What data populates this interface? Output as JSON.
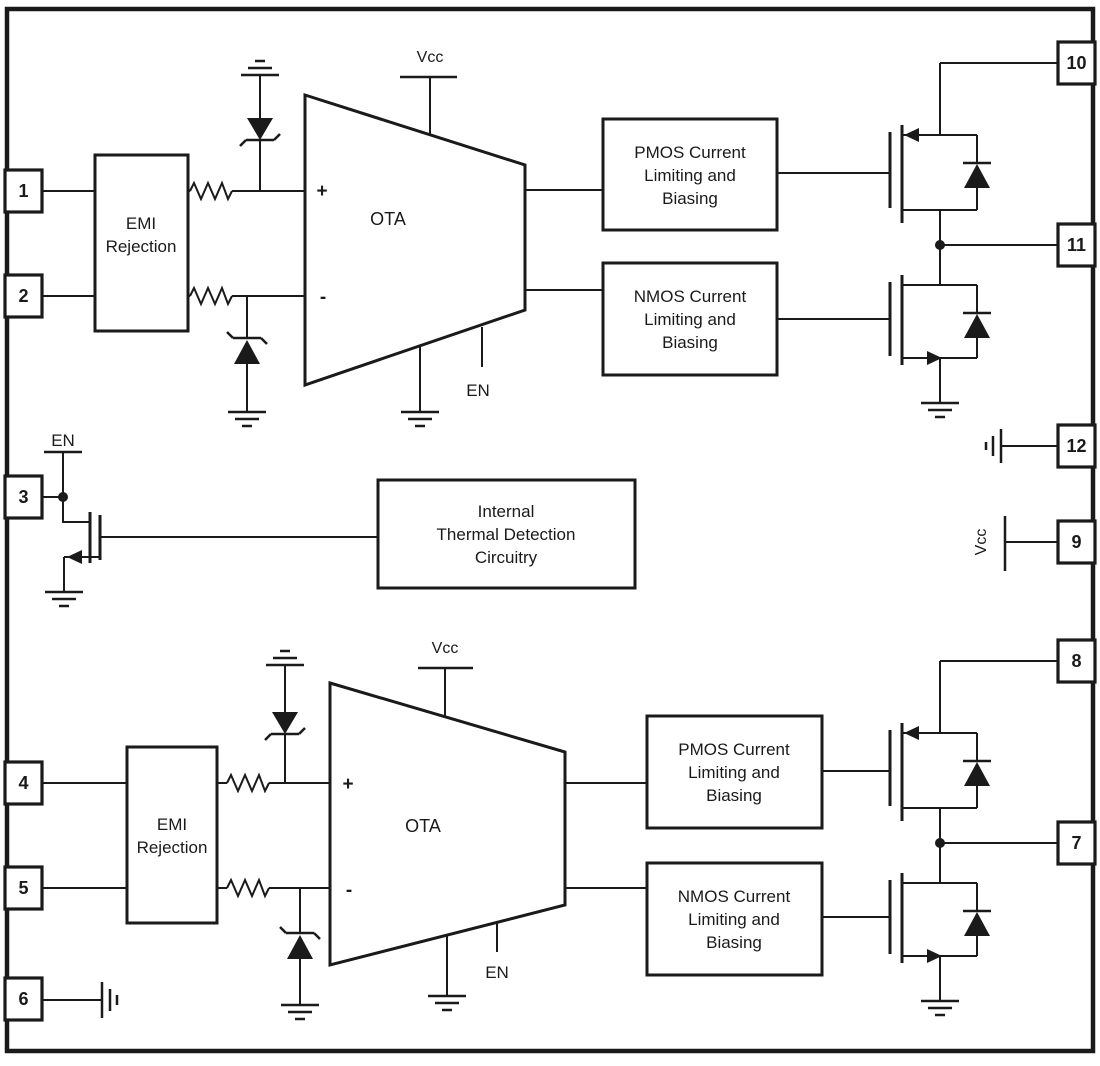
{
  "diagram": {
    "type": "functional-block-diagram",
    "colors": {
      "line": "#1a1a1a",
      "text": "#1a1a1a",
      "background": "#ffffff"
    },
    "labels": {
      "ota": "OTA",
      "vcc": "Vcc",
      "en": "EN",
      "plus": "+",
      "minus": "-"
    },
    "blocks": {
      "emi": [
        "EMI",
        "Rejection"
      ],
      "pmos": [
        "PMOS Current",
        "Limiting and",
        "Biasing"
      ],
      "nmos": [
        "NMOS Current",
        "Limiting and",
        "Biasing"
      ],
      "thermal": [
        "Internal",
        "Thermal Detection",
        "Circuitry"
      ]
    },
    "pins": {
      "p1": "1",
      "p2": "2",
      "p3": "3",
      "p4": "4",
      "p5": "5",
      "p6": "6",
      "p7": "7",
      "p8": "8",
      "p9": "9",
      "p10": "10",
      "p11": "11",
      "p12": "12"
    }
  }
}
